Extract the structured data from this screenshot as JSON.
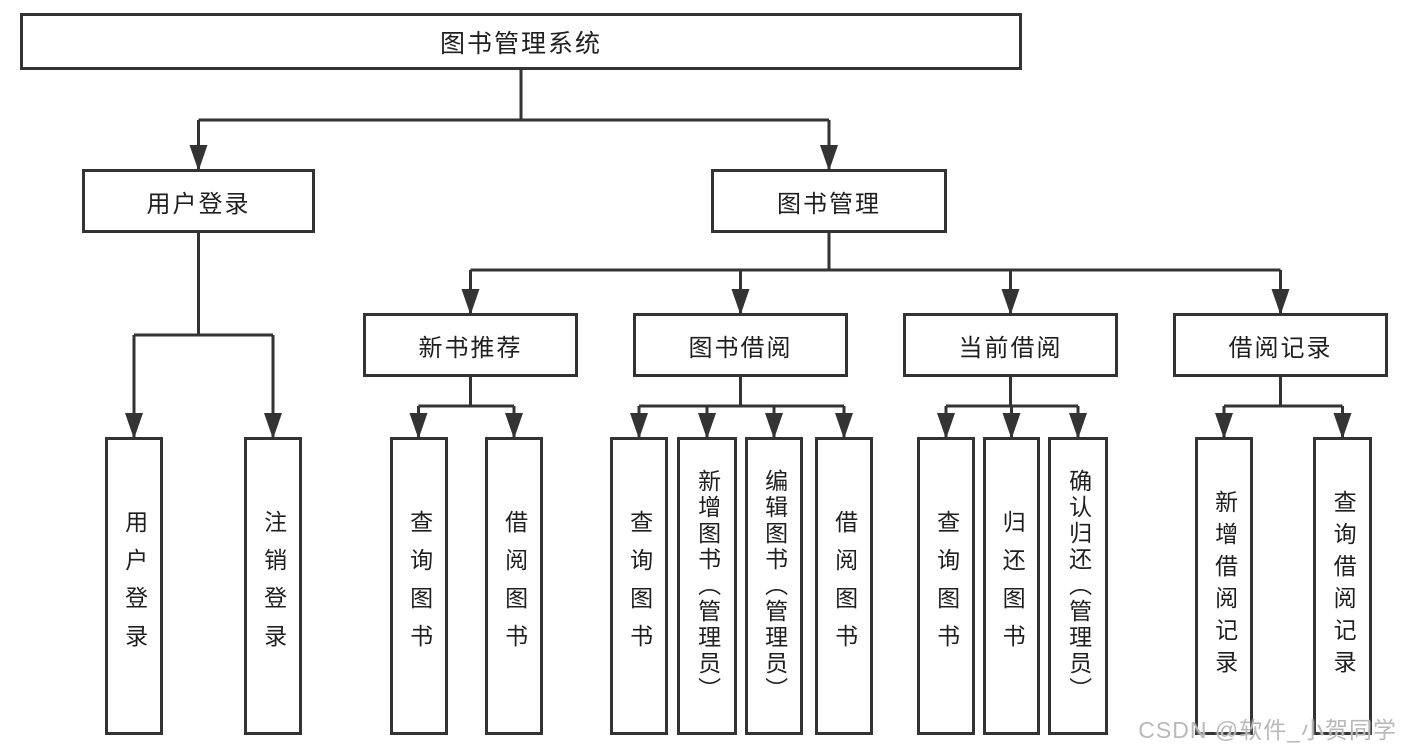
{
  "diagram": {
    "root": "图书管理系统",
    "branches": [
      {
        "label": "用户登录",
        "children": [
          "用户登录",
          "注销登录"
        ]
      },
      {
        "label": "图书管理",
        "sections": [
          {
            "label": "新书推荐",
            "children": [
              "查询图书",
              "借阅图书"
            ]
          },
          {
            "label": "图书借阅",
            "children": [
              "查询图书",
              "新增图书（管理员）",
              "编辑图书（管理员）",
              "借阅图书"
            ]
          },
          {
            "label": "当前借阅",
            "children": [
              "查询图书",
              "归还图书",
              "确认归还（管理员）"
            ]
          },
          {
            "label": "借阅记录",
            "children": [
              "新增借阅记录",
              "查询借阅记录"
            ]
          }
        ]
      }
    ]
  },
  "watermark": {
    "text": "CSDN @软件_小贺同学"
  },
  "colors": {
    "line": "#333333",
    "text": "#1f1f1f",
    "watermark": "#b9b9b9",
    "background": "#ffffff"
  }
}
